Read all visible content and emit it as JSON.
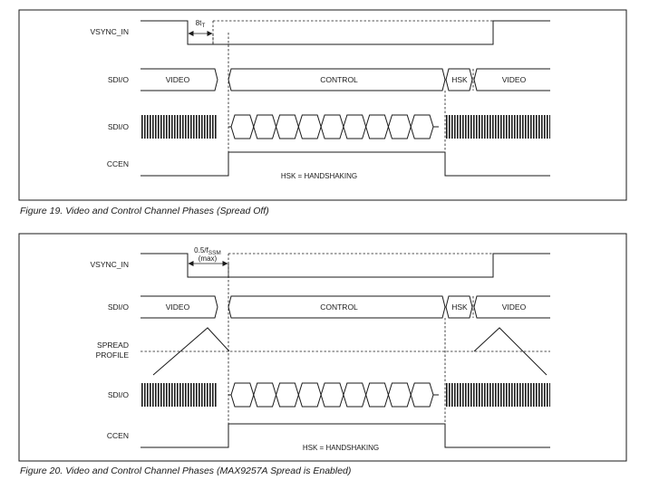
{
  "figures": [
    {
      "caption": "Figure 19. Video and Control Channel Phases (Spread Off)",
      "signals": {
        "vsync": "VSYNC_IN",
        "sdio_1": "SDI/O",
        "sdio_2": "SDI/O",
        "ccen": "CCEN"
      },
      "segments": {
        "video_left": "VIDEO",
        "control": "CONTROL",
        "hsk": "HSK",
        "video_right": "VIDEO"
      },
      "timing_label": "8t",
      "timing_label_sub": "T",
      "note": "HSK = HANDSHAKING"
    },
    {
      "caption": "Figure 20. Video and Control Channel Phases (MAX9257A Spread is Enabled)",
      "signals": {
        "vsync": "VSYNC_IN",
        "sdio_1": "SDI/O",
        "spread_line1": "SPREAD",
        "spread_line2": "PROFILE",
        "sdio_2": "SDI/O",
        "ccen": "CCEN"
      },
      "segments": {
        "video_left": "VIDEO",
        "control": "CONTROL",
        "hsk": "HSK",
        "video_right": "VIDEO"
      },
      "timing_label": "0.5/f",
      "timing_label_sub": "SSM",
      "timing_label2": "(max)",
      "note": "HSK = HANDSHAKING"
    }
  ]
}
